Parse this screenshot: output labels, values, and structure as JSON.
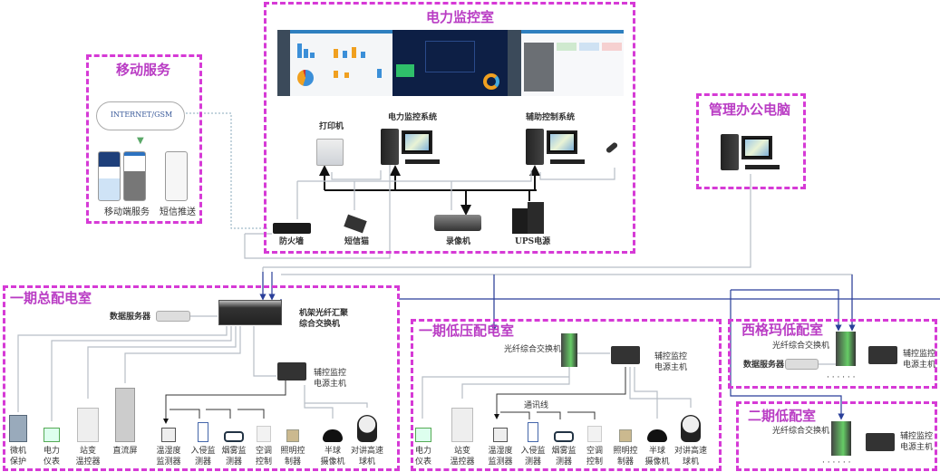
{
  "rooms": {
    "monitor": {
      "title": "电力监控室",
      "printer": "打印机",
      "power_system": "电力监控系统",
      "aux_system": "辅助控制系统",
      "firewall": "防火墙",
      "sms_modem": "短信猫",
      "recorder": "录像机",
      "ups": "UPS电源"
    },
    "mobile": {
      "title": "移动服务",
      "cloud": "INTERNET/GSM",
      "mobile_app": "移动端服务",
      "sms_push": "短信推送"
    },
    "office": {
      "title": "管理办公电脑"
    },
    "main": {
      "title": "一期总配电室",
      "data_server": "数据服务器",
      "rack_switch": "机架光纤汇聚\n综合交换机",
      "aux_host": "辅控监控\n电源主机",
      "devices": [
        "微机\n保护",
        "电力\n仪表",
        "站变\n温控器",
        "直流屏",
        "温湿度\n监测器",
        "入侵监\n测器",
        "烟雾监\n测器",
        "空调\n控制",
        "照明控\n制器",
        "半球\n摄像机",
        "对讲高速\n球机"
      ]
    },
    "lowvolt": {
      "title": "一期低压配电室",
      "switch": "光纤综合交换机",
      "aux_host": "辅控监控\n电源主机",
      "comm_line": "通讯线",
      "devices": [
        "电力\n仪表",
        "站变\n温控器",
        "温湿度\n监测器",
        "入侵监\n测器",
        "烟雾监\n测器",
        "空调\n控制",
        "照明控\n制器",
        "半球\n摄像机",
        "对讲高速\n球机"
      ]
    },
    "sigma": {
      "title": "西格玛低配室",
      "switch": "光纤综合交换机",
      "data_server": "数据服务器",
      "aux_host": "辅控监控\n电源主机",
      "more": "· · · · · ·"
    },
    "phase2": {
      "title": "二期低配室",
      "switch": "光纤综合交换机",
      "aux_host": "辅控监控\n电源主机",
      "more": "· · · · · ·"
    }
  },
  "colors": {
    "room_border": "#d63ad6",
    "room_title": "#b93cc4",
    "bus": "#111111",
    "link": "#9aa4b0",
    "arrow_blue": "#2a3f9a"
  }
}
